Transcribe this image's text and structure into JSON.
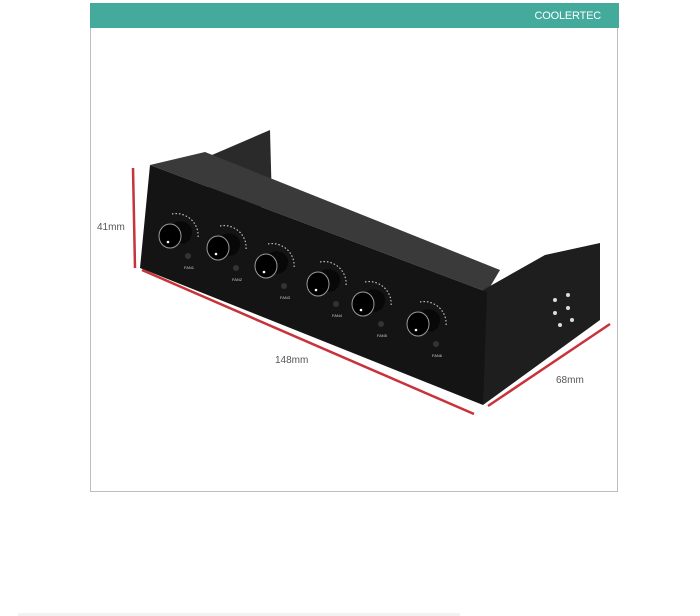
{
  "header": {
    "brand": "COOLERTEC",
    "color": "#43aa9c"
  },
  "dimensions": {
    "height": "41mm",
    "width": "148mm",
    "depth": "68mm",
    "line_color": "#c8323a"
  },
  "knobs": [
    "FAN1",
    "FAN2",
    "FAN3",
    "FAN4",
    "FAN5",
    "FAN6"
  ]
}
